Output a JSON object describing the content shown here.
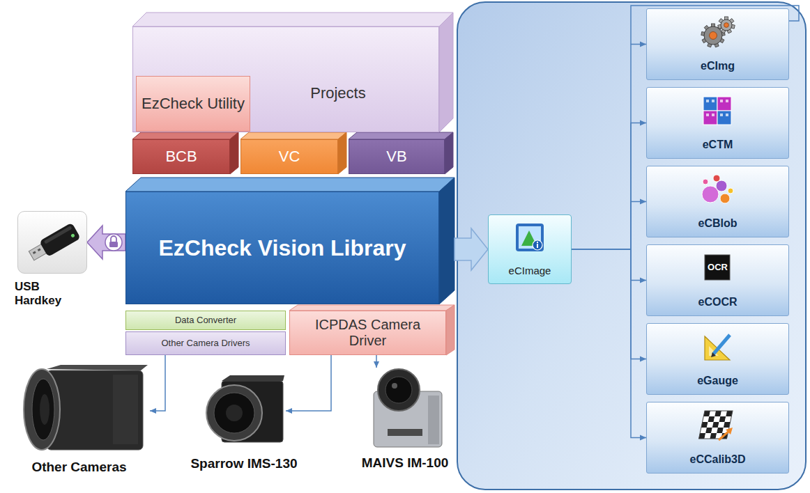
{
  "diagram": {
    "nodes": [
      {
        "text": [
          "Projects"
        ]
      },
      {
        "text": [
          "EzCheck Utility"
        ],
        "in": 0
      },
      {
        "text": [
          "BCB"
        ]
      },
      {
        "text": [
          "VC"
        ]
      },
      {
        "text": [
          "VB"
        ]
      },
      {
        "text": [
          "USB Hardkey"
        ]
      },
      {
        "text": [
          "EzCheck Vision Library"
        ]
      },
      {
        "text": [
          "Data Converter"
        ]
      },
      {
        "text": [
          "Other Camera Drivers"
        ]
      },
      {
        "text": [
          "ICPDAS Camera Driver"
        ]
      },
      {
        "text": [
          "Other Cameras"
        ]
      },
      {
        "text": [
          "Sparrow IMS-130"
        ]
      },
      {
        "text": [
          "MAIVS IM-100"
        ]
      },
      {
        "text": [
          "eCImage"
        ]
      },
      {
        "text": [
          "eCImg"
        ]
      },
      {
        "text": [
          "eCTM"
        ]
      },
      {
        "text": [
          "eCBlob"
        ]
      },
      {
        "text": [
          "eCOCR"
        ]
      },
      {
        "text": [
          "eGauge"
        ]
      },
      {
        "text": [
          "eCCalib3D"
        ]
      }
    ],
    "edges": [
      {
        "from": 6,
        "to": 5,
        "arrow": "to"
      },
      {
        "from": 6,
        "to": 13,
        "arrow": "to"
      },
      {
        "from": 8,
        "to": 10,
        "arrow": "to"
      },
      {
        "from": 9,
        "to": 11,
        "arrow": "to"
      },
      {
        "from": 9,
        "to": 12,
        "arrow": "to"
      },
      {
        "from": 13,
        "to": 14,
        "arrow": "to"
      },
      {
        "from": 13,
        "to": 15,
        "arrow": "to"
      },
      {
        "from": 13,
        "to": 16,
        "arrow": "to"
      },
      {
        "from": 13,
        "to": 17,
        "arrow": "to"
      },
      {
        "from": 13,
        "to": 18,
        "arrow": "to"
      },
      {
        "from": 13,
        "to": 19,
        "arrow": "to"
      }
    ],
    "labels": [
      "OCR"
    ]
  }
}
